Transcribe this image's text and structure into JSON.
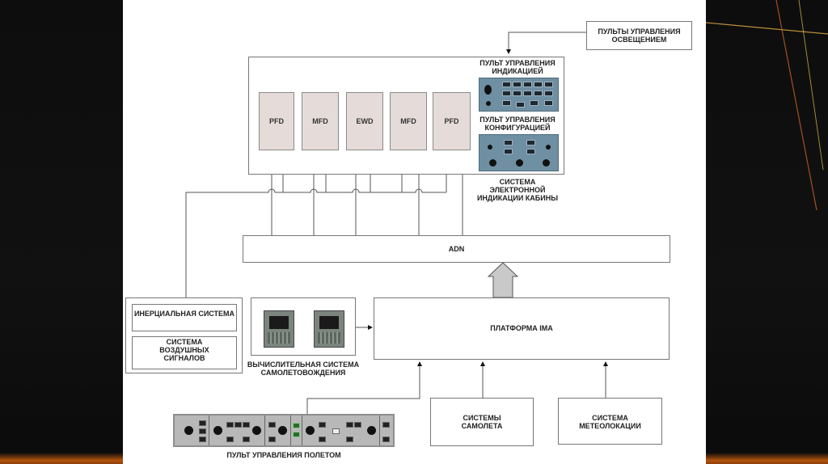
{
  "diagram": {
    "lighting_panels": {
      "label": "ПУЛЬТЫ УПРАВЛЕНИЯ ОСВЕЩЕНИЕМ"
    },
    "cockpit_display_system": {
      "label": "СИСТЕМА ЭЛЕКТРОННОЙ ИНДИКАЦИИ КАБИНЫ",
      "displays": [
        "PFD",
        "MFD",
        "EWD",
        "MFD",
        "PFD"
      ],
      "display_control_panel": {
        "label": "ПУЛЬТ УПРАВЛЕНИЯ ИНДИКАЦИЕЙ"
      },
      "configuration_control_panel": {
        "label": "ПУЛЬТ УПРАВЛЕНИЯ КОНФИГУРАЦИЕЙ"
      }
    },
    "adn": {
      "label": "ADN"
    },
    "ima_platform": {
      "label": "ПЛАТФОРМА IMA"
    },
    "sensors": {
      "inertial": {
        "label": "ИНЕРЦИАЛЬНАЯ СИСТЕМА"
      },
      "air_data": {
        "label": "СИСТЕМА ВОЗДУШНЫХ СИГНАЛОВ"
      }
    },
    "flight_management": {
      "label": "ВЫЧИСЛИТЕЛЬНАЯ СИСТЕМА САМОЛЕТОВОЖДЕНИЯ"
    },
    "flight_control_panel": {
      "label": "ПУЛЬТ УПРАВЛЕНИЯ ПОЛЕТОМ"
    },
    "aircraft_systems": {
      "label": "СИСТЕМЫ САМОЛЕТА"
    },
    "weather_radar": {
      "label": "СИСТЕМА МЕТЕОЛОКАЦИИ"
    }
  },
  "theme": {
    "accent_line_colors": [
      "#d9a441",
      "#c8602a",
      "#e0c050"
    ],
    "bottom_band_color": "#b4540e"
  }
}
